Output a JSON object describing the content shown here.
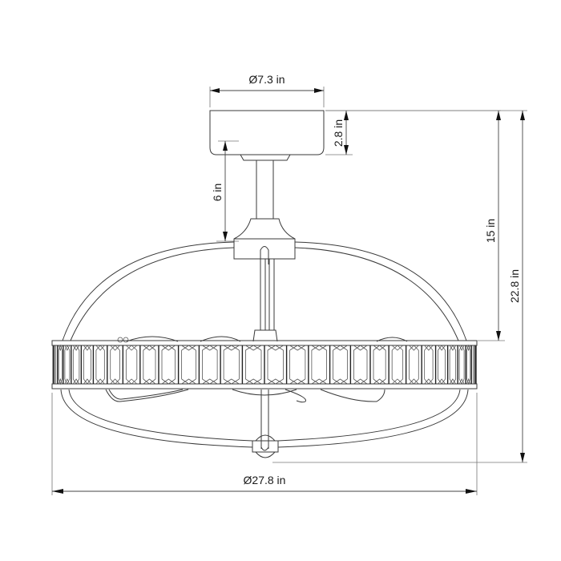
{
  "diagram": {
    "subject": "Caged ceiling fan with crystal-band ring",
    "dimensions": {
      "canopy_diameter": "Ø7.3 in",
      "canopy_height": "2.8 in",
      "downrod_length": "6 in",
      "height_to_ring": "15 in",
      "overall_height": "22.8 in",
      "overall_diameter": "Ø27.8 in"
    },
    "colors": {
      "line": "#3a3a3a",
      "background": "#ffffff",
      "text": "#1a1a1a"
    }
  }
}
